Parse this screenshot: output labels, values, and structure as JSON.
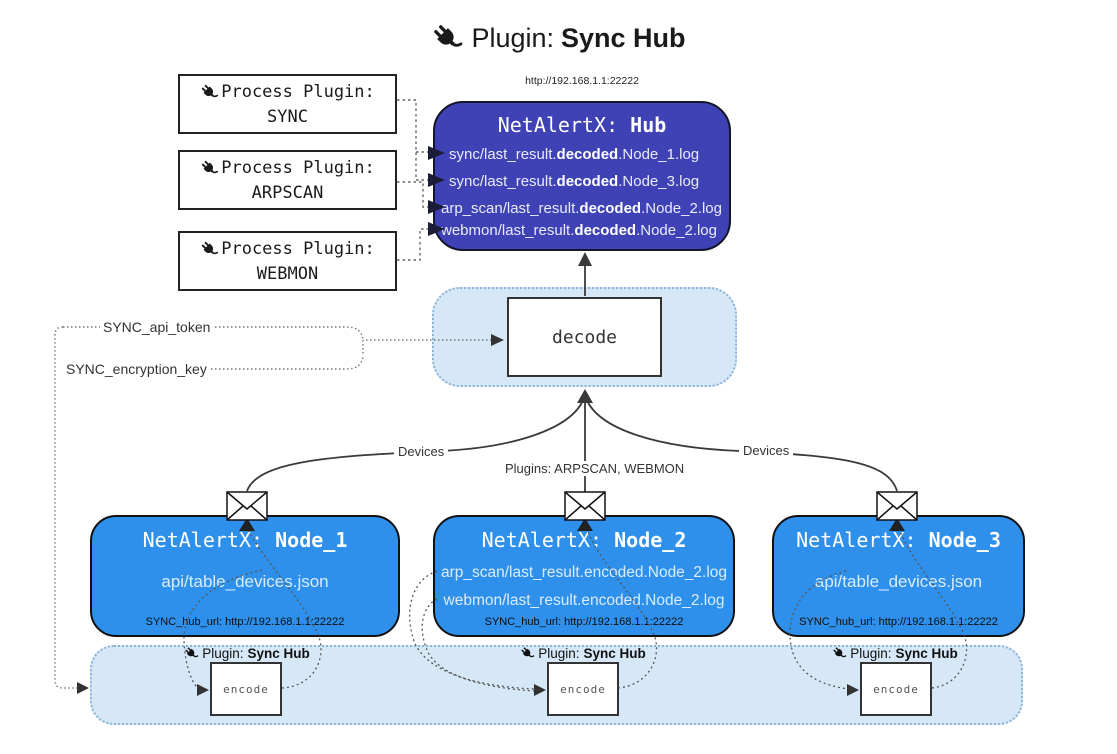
{
  "title": {
    "prefix": "Plugin:",
    "name": "Sync Hub"
  },
  "hub": {
    "url": "http://192.168.1.1:22222",
    "name_prefix": "NetAlertX:",
    "name": "Hub",
    "lines": [
      {
        "pre": "sync/last_result.",
        "bold": "decoded",
        "post": ".Node_1.log"
      },
      {
        "pre": "sync/last_result.",
        "bold": "decoded",
        "post": ".Node_3.log"
      },
      {
        "pre": "arp_scan/last_result.",
        "bold": "decoded",
        "post": ".Node_2.log"
      },
      {
        "pre": "webmon/last_result.",
        "bold": "decoded",
        "post": ".Node_2.log"
      }
    ]
  },
  "process_plugins": [
    {
      "label": "Process Plugin:",
      "name": "SYNC"
    },
    {
      "label": "Process Plugin:",
      "name": "ARPSCAN"
    },
    {
      "label": "Process Plugin:",
      "name": "WEBMON"
    }
  ],
  "settings": {
    "api_token": "SYNC_api_token",
    "encryption_key": "SYNC_encryption_key"
  },
  "decode_label": "decode",
  "edge_labels": {
    "devices_left": "Devices",
    "devices_right": "Devices",
    "plugins_center": "Plugins: ARPSCAN, WEBMON"
  },
  "nodes": [
    {
      "name_prefix": "NetAlertX:",
      "name": "Node_1",
      "files": [
        "api/table_devices.json"
      ],
      "hub_url": "SYNC_hub_url: http://192.168.1.1:22222"
    },
    {
      "name_prefix": "NetAlertX:",
      "name": "Node_2",
      "files": [
        "arp_scan/last_result.encoded.Node_2.log",
        "webmon/last_result.encoded.Node_2.log"
      ],
      "hub_url": "SYNC_hub_url: http://192.168.1.1:22222"
    },
    {
      "name_prefix": "NetAlertX:",
      "name": "Node_3",
      "files": [
        "api/table_devices.json"
      ],
      "hub_url": "SYNC_hub_url: http://192.168.1.1:22222"
    }
  ],
  "encoders": [
    {
      "plugin_prefix": "Plugin:",
      "plugin_name": "Sync Hub",
      "label": "encode"
    },
    {
      "plugin_prefix": "Plugin:",
      "plugin_name": "Sync Hub",
      "label": "encode"
    },
    {
      "plugin_prefix": "Plugin:",
      "plugin_name": "Sync Hub",
      "label": "encode"
    }
  ],
  "colors": {
    "hub_bg": "#3f42b5",
    "node_bg": "#2e90ea",
    "panel_bg": "#d6e8f8",
    "panel_border": "#8cb3d6",
    "ink": "#1a1a1a",
    "line_color": "#3a3a3a"
  }
}
